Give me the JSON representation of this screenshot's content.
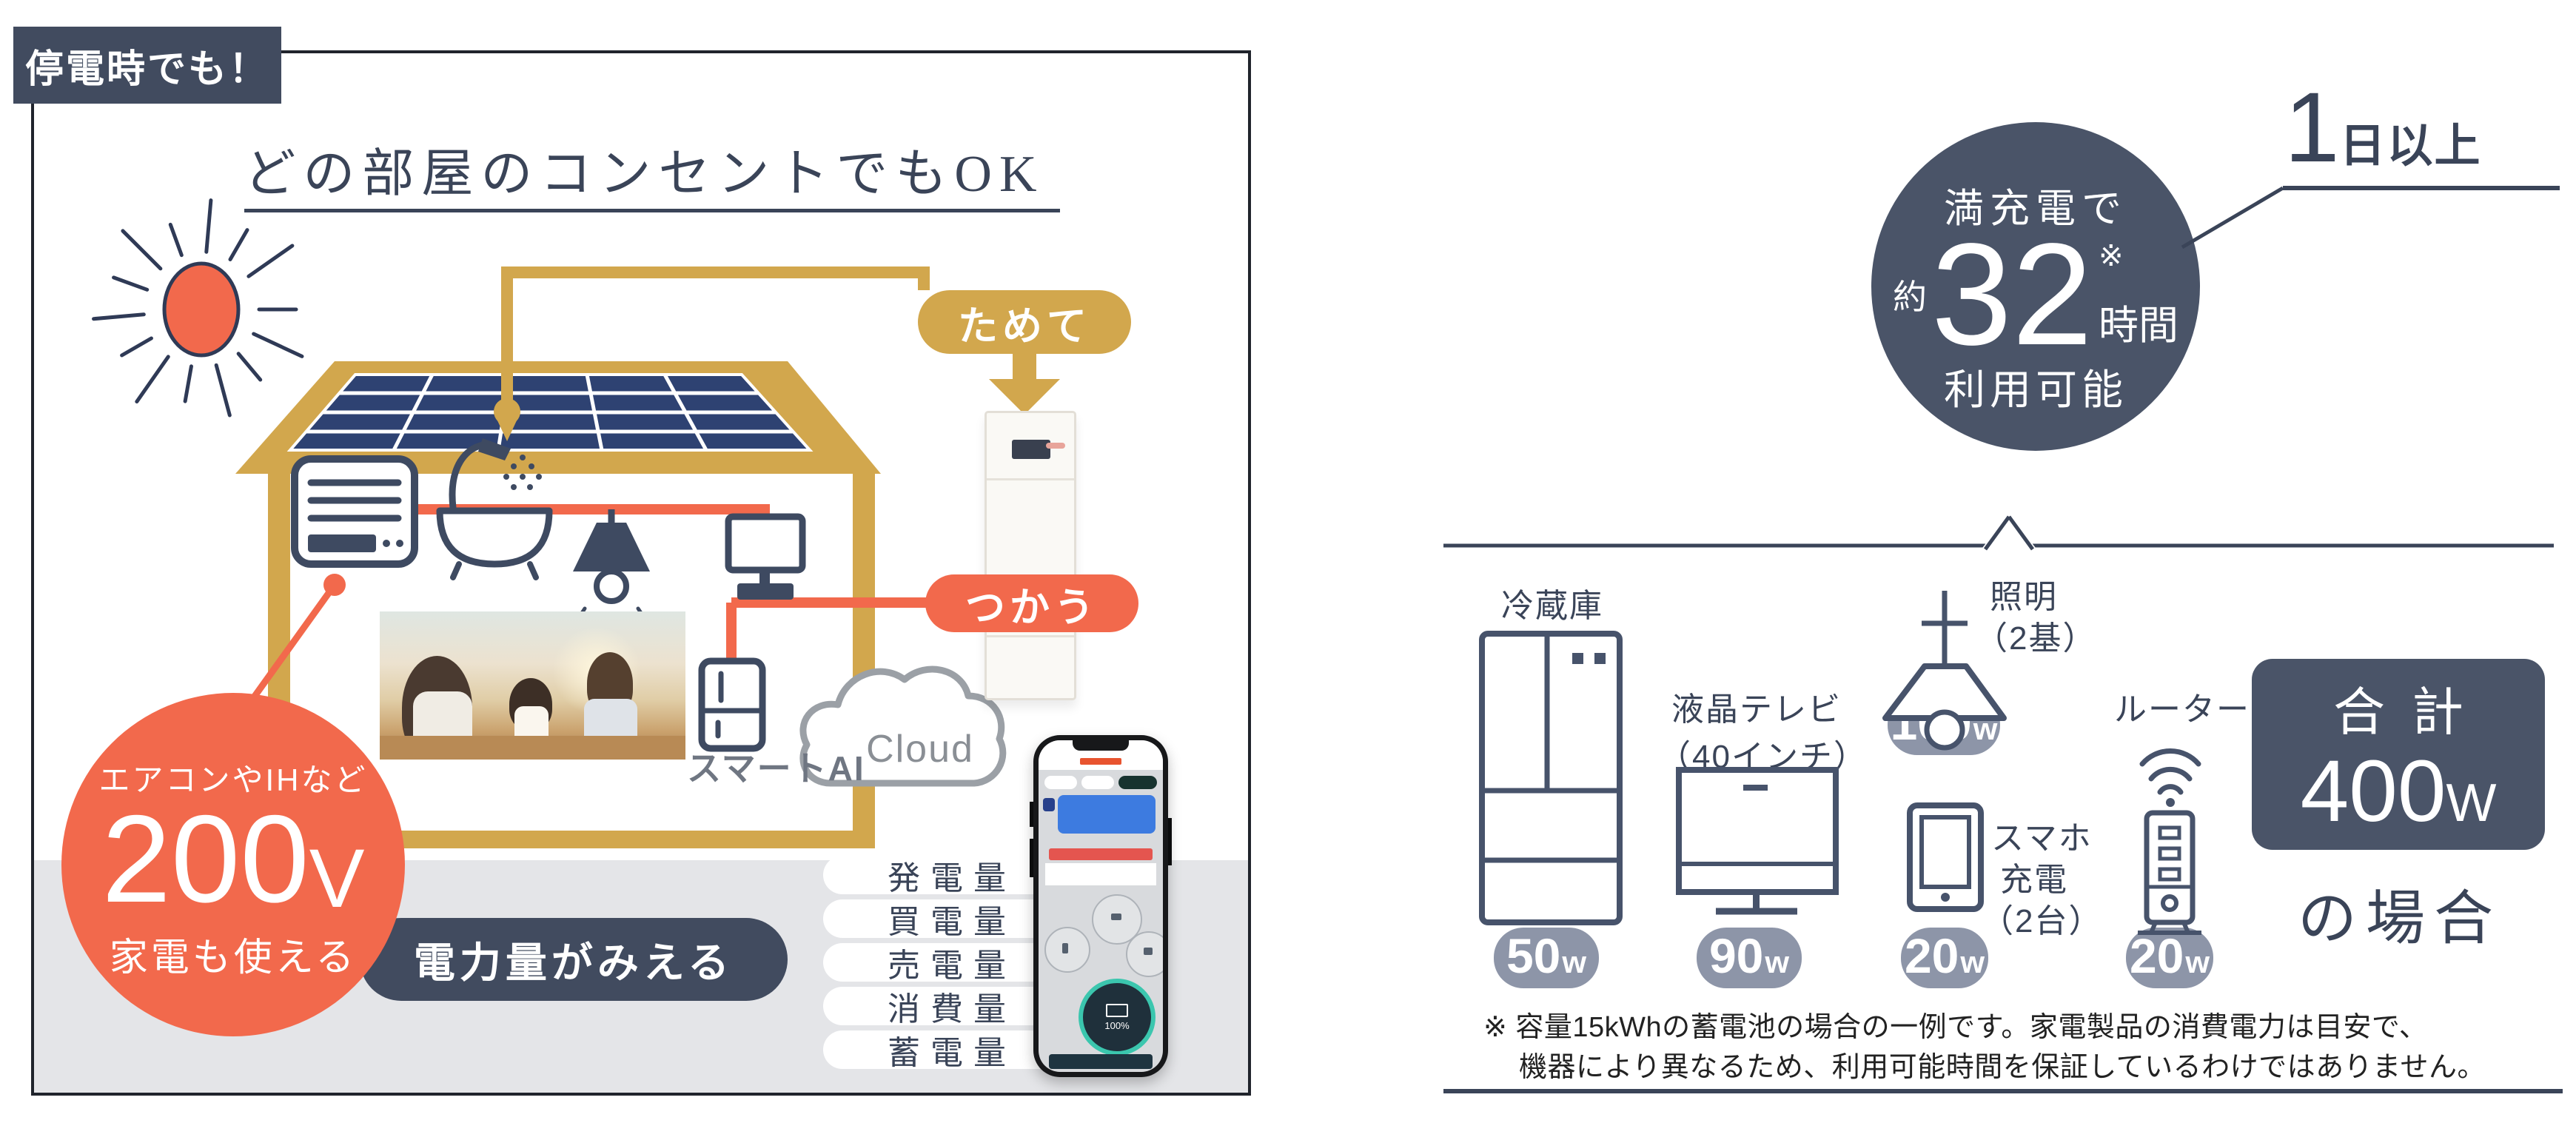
{
  "colors": {
    "accent_orange": "#F2694C",
    "accent_gold": "#D2A74D",
    "dark_slate": "#414B5F",
    "badge_gray": "#8D95A8",
    "solar_blue": "#2E4272"
  },
  "left_panel": {
    "badge": "停電時でも！",
    "title": "どの部屋のコンセントでもOK",
    "store_label": "ためて",
    "use_label": "つかう",
    "smart_ai": "スマートAI",
    "cloud": "Cloud",
    "voltage": {
      "line1": "エアコンやIHなど",
      "value": "200",
      "unit": "V",
      "line2": "家電も使える"
    },
    "monitor_pill": "電力量がみえる",
    "meter_items": [
      "発電量",
      "買電量",
      "売電量",
      "消費量",
      "蓄電量"
    ],
    "phone": {
      "soc": "100%"
    }
  },
  "right_panel": {
    "circle": {
      "top": "満充電で",
      "approx": "約",
      "value": "32",
      "note_mark": "※",
      "unit": "時間",
      "bottom": "利用可能"
    },
    "duration": {
      "value": "1",
      "label": "日以上"
    },
    "appliances": [
      {
        "line1": "冷蔵庫",
        "watt": "50",
        "watt_unit": "w"
      },
      {
        "line1": "液晶テレビ",
        "line2": "（40インチ）",
        "watt": "90",
        "watt_unit": "w"
      },
      {
        "line1": "照明",
        "line2": "（2基）",
        "watt": "100",
        "watt_unit": "w"
      },
      {
        "line1": "スマホ",
        "line2": "充電",
        "line3": "（2台）",
        "watt": "20",
        "watt_unit": "w"
      },
      {
        "line1": "ルーター",
        "watt": "20",
        "watt_unit": "w"
      }
    ],
    "total": {
      "label": "合計",
      "value": "400",
      "unit": "W",
      "case_label": "の場合"
    },
    "footnote_line1": "※ 容量15kWhの蓄電池の場合の一例です。家電製品の消費電力は目安で、",
    "footnote_line2": "機器により異なるため、利用可能時間を保証しているわけではありません。"
  }
}
